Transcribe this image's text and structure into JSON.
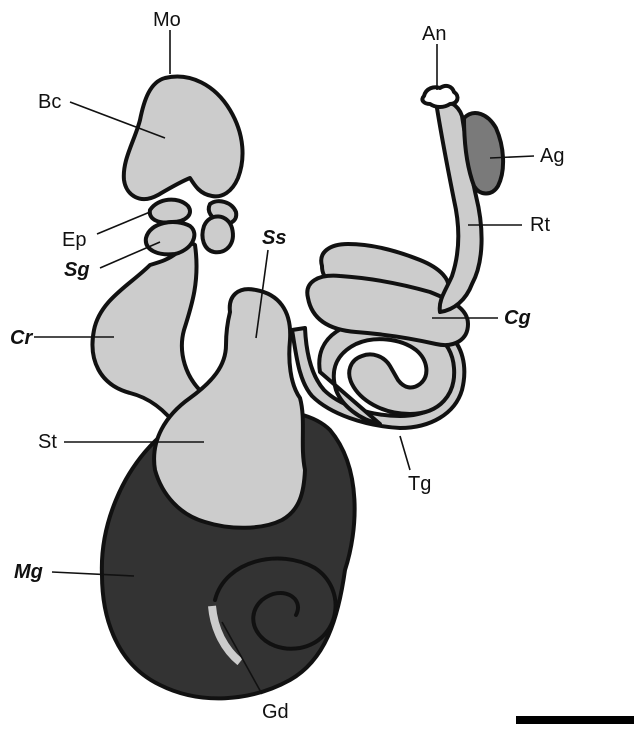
{
  "colors": {
    "light_organ": "#cccccc",
    "dark_organ": "#333333",
    "mid_organ": "#7a7a7a",
    "outline": "#111111",
    "background": "#ffffff"
  },
  "labels": {
    "mouth": "Mo",
    "buccal_cavity": "Bc",
    "esophagus_pouch": "Ep",
    "salivary_gland": "Sg",
    "crop": "Cr",
    "stomach": "St",
    "midgut_gland": "Mg",
    "gonad": "Gd",
    "style_sac": "Ss",
    "anus": "An",
    "anal_gland": "Ag",
    "rectum": "Rt",
    "coiled_gut": "Cg",
    "tubular_gut": "Tg"
  },
  "scale_bar": {
    "label": ""
  }
}
